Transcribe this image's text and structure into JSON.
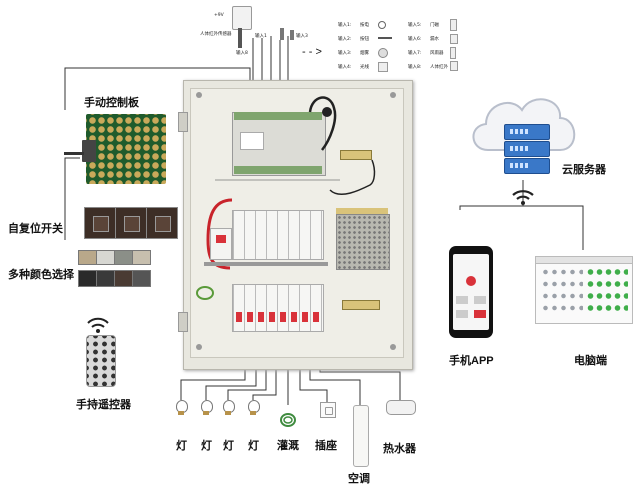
{
  "labels": {
    "manual_board": "手动控制板",
    "reset_switch": "自复位开关",
    "multi_color": "多种颜色选择",
    "remote": "手持遥控器",
    "cloud_server": "云服务器",
    "phone_app": "手机APP",
    "pc_client": "电脑端",
    "arrow": "- - >"
  },
  "top_module": {
    "power": "+9V",
    "sensor_caption": "人体红外传感器",
    "in8": "输入8",
    "in1": "输入1",
    "in3": "输入3"
  },
  "inputs": [
    {
      "name": "输入1:",
      "value": "按电"
    },
    {
      "name": "输入2:",
      "value": "按钮"
    },
    {
      "name": "输入3:",
      "value": "烟雾"
    },
    {
      "name": "输入4:",
      "value": "光线"
    },
    {
      "name": "输入5:",
      "value": "门磁"
    },
    {
      "name": "输入6:",
      "value": "漏水"
    },
    {
      "name": "输入7:",
      "value": "风雨器"
    },
    {
      "name": "输入8:",
      "value": "人体红外"
    }
  ],
  "loads": [
    {
      "label": "灯",
      "icon": "bulb-icon"
    },
    {
      "label": "灯",
      "icon": "bulb-icon"
    },
    {
      "label": "灯",
      "icon": "bulb-icon"
    },
    {
      "label": "灯",
      "icon": "bulb-icon"
    },
    {
      "label": "灌溉",
      "icon": "irrigation-icon"
    },
    {
      "label": "插座",
      "icon": "socket-icon"
    },
    {
      "label": "空调",
      "icon": "air-conditioner-icon"
    },
    {
      "label": "热水器",
      "icon": "water-heater-icon"
    }
  ],
  "colors": {
    "cabinet": "#e8e7df",
    "breaker_red": "#d9323a",
    "server_blue": "#3a78c8",
    "wire": "#333333"
  }
}
